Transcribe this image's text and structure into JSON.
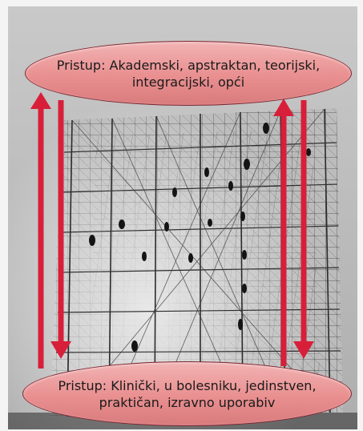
{
  "top_ellipse": {
    "line1": "Pristup: Akademski, apstraktan, teorijski,",
    "line2": "integracijski, opći"
  },
  "bottom_ellipse": {
    "line1": "Pristup: Klinički, u bolesniku, jedinstven,",
    "line2": "praktičan, izravno uporabiv"
  },
  "colors": {
    "ellipse_fill": "#e98f90",
    "ellipse_border": "#7a2630",
    "arrow": "#d81f3a",
    "photo_background": "#b9b9b9"
  },
  "icons": [
    "arrow-up-icon",
    "arrow-down-icon"
  ]
}
